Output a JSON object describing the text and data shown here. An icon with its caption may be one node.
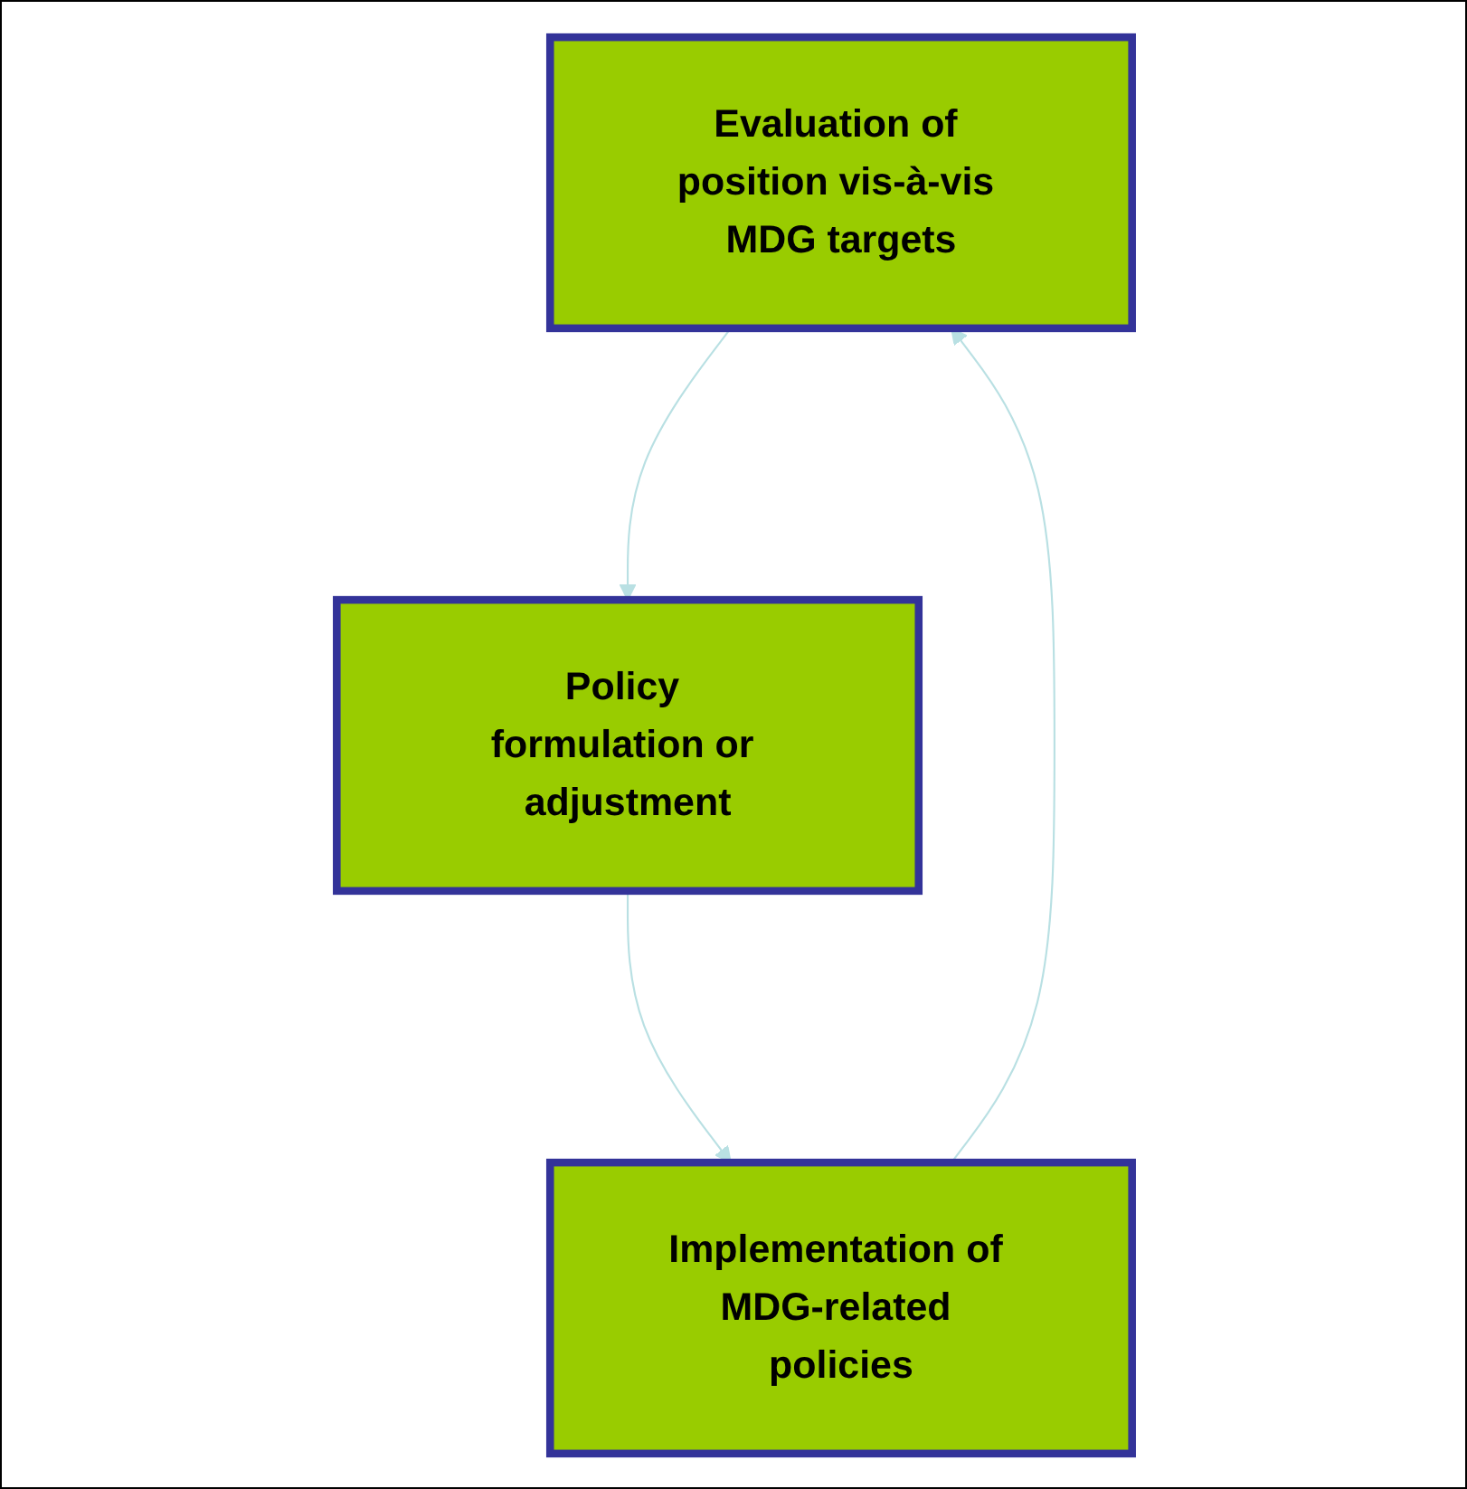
{
  "diagram": {
    "nodes": [
      {
        "text": [
          "Evaluation of position vis-à-vis MDG targets"
        ]
      },
      {
        "text": [
          "Policy formulation or adjustment"
        ]
      },
      {
        "text": [
          "Implementation of MDG-related policies"
        ]
      }
    ],
    "edges": [
      {
        "from": 0,
        "to": 1,
        "arrow": "to",
        "color": "#b9e0e3"
      },
      {
        "from": 1,
        "to": 2,
        "arrow": "to",
        "color": "#b9e0e3"
      },
      {
        "from": 2,
        "to": 0,
        "arrow": "to",
        "color": "#b9e0e3"
      }
    ]
  }
}
